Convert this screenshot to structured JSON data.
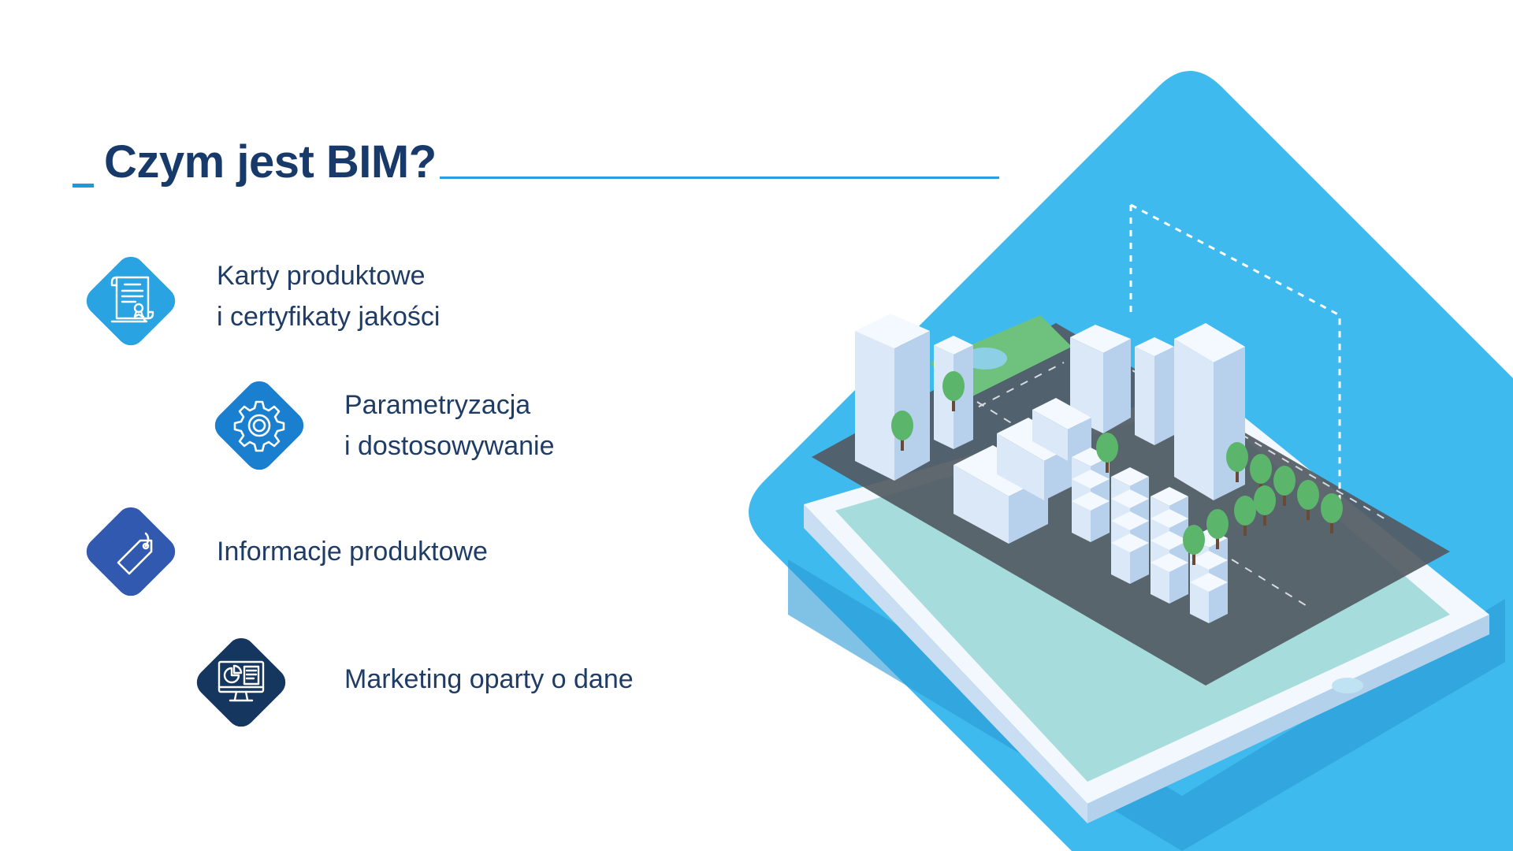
{
  "header": {
    "title": "Czym jest BIM?"
  },
  "features": [
    {
      "icon": "certificate-scroll-icon",
      "color": "#2aa3e2",
      "lines": [
        "Karty produktowe",
        "i certyfikaty jakości"
      ]
    },
    {
      "icon": "gear-icon",
      "color": "#1b7fcf",
      "lines": [
        "Parametryzacja",
        "i dostosowywanie"
      ]
    },
    {
      "icon": "price-tag-icon",
      "color": "#3259b0",
      "lines": [
        "Informacje produktowe"
      ]
    },
    {
      "icon": "analytics-monitor-icon",
      "color": "#15365f",
      "lines": [
        "Marketing oparty o dane"
      ]
    }
  ],
  "illustration": {
    "subject": "isometric-city-on-tablet",
    "colors": {
      "background_diamond": "#3fbaee",
      "tablet_frame": "#e8f2fb",
      "tablet_screen": "#a6dcdc",
      "map_plate": "#525a63",
      "park": "#6fc27e",
      "buildings": "#eaf3fd",
      "trees": "#5bb56b"
    }
  }
}
